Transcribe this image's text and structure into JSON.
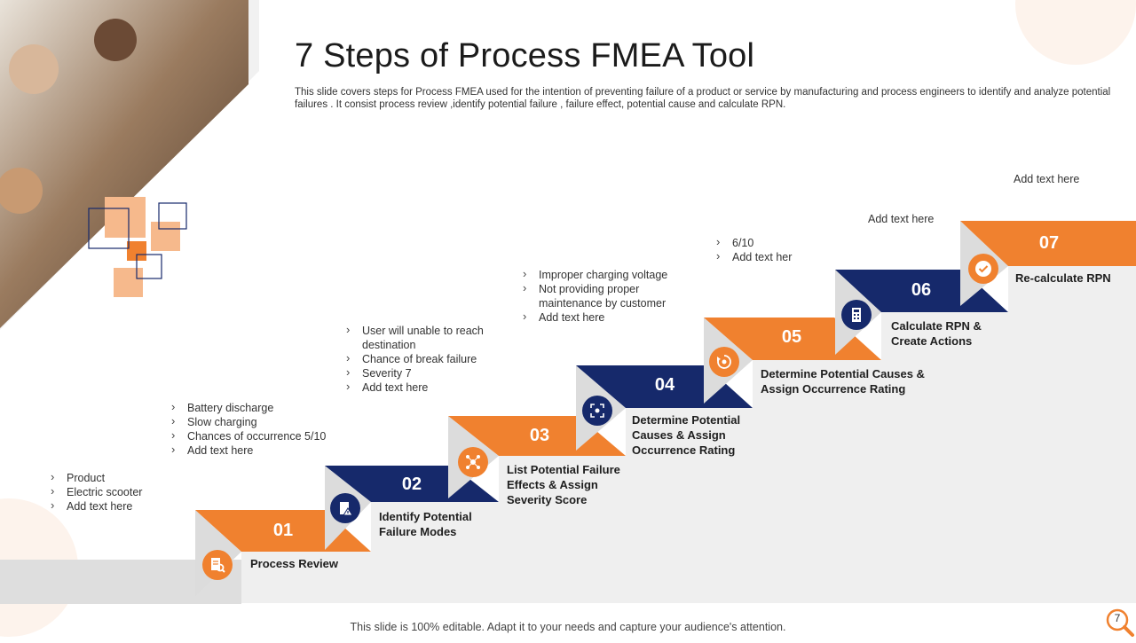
{
  "title": "7 Steps of Process FMEA Tool",
  "subtitle": "This slide covers steps for Process FMEA used for the intention of preventing failure of a product or service by manufacturing and process engineers to identify and analyze potential failures . It consist process review ,identify potential failure , failure effect, potential cause and calculate RPN.",
  "colors": {
    "orange": "#f0812f",
    "navy": "#16296b",
    "step_grey": "#dcdcdc",
    "light_grey": "#efefef"
  },
  "steps": [
    {
      "num": "01",
      "label": "Process Review",
      "icon": "document-search-icon"
    },
    {
      "num": "02",
      "label": "Identify Potential Failure Modes",
      "icon": "warning-report-icon"
    },
    {
      "num": "03",
      "label": "List Potential Failure Effects & Assign Severity Score",
      "icon": "network-nodes-icon"
    },
    {
      "num": "04",
      "label": "Determine Potential Causes & Assign Occurrence Rating",
      "icon": "scan-target-icon"
    },
    {
      "num": "05",
      "label": "Determine Potential Causes & Assign Occurrence Rating",
      "icon": "cycle-arrows-icon"
    },
    {
      "num": "06",
      "label": "Calculate RPN & Create Actions",
      "icon": "calculator-icon"
    },
    {
      "num": "07",
      "label": "Re-calculate RPN",
      "icon": "checkmark-icon"
    }
  ],
  "notes": {
    "step1": [
      "Product",
      "Electric scooter",
      "Add text here"
    ],
    "step2": [
      "Battery discharge",
      "Slow charging",
      "Chances of occurrence 5/10",
      "Add text here"
    ],
    "step3": [
      "User will unable to reach destination",
      "Chance of break failure",
      "Severity 7",
      "Add text here"
    ],
    "step4": [
      "Improper charging voltage",
      "Not providing proper maintenance by customer",
      "Add text here"
    ],
    "step5": [
      "6/10",
      "Add text her"
    ],
    "step6_text": "Add text here",
    "step7_text": "Add text here"
  },
  "footer": "This slide is 100% editable. Adapt it to your needs and capture your audience's attention.",
  "page_number": "7"
}
